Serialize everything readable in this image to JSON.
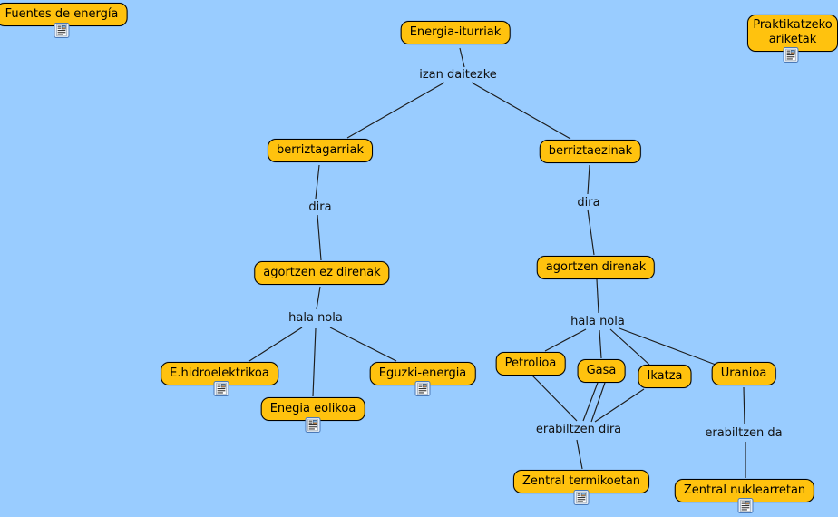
{
  "colors": {
    "background": "#99CCFF",
    "node_fill": "#FFC20E",
    "node_border": "#000000",
    "connector_line": "#1C1C1C"
  },
  "nodes": {
    "fuentes_de_energia": {
      "label": "Fuentes de energía",
      "has_resource_icon": true
    },
    "praktikatzeko_ariketak": {
      "label": "Praktikatzeko ariketak",
      "has_resource_icon": true
    },
    "energia_iturriak": {
      "label": "Energia-iturriak",
      "has_resource_icon": false
    },
    "berriztagarriak": {
      "label": "berriztagarriak",
      "has_resource_icon": false
    },
    "berriztaezinak": {
      "label": "berriztaezinak",
      "has_resource_icon": false
    },
    "agortzen_ez_direnak": {
      "label": "agortzen ez direnak",
      "has_resource_icon": false
    },
    "agortzen_direnak": {
      "label": "agortzen direnak",
      "has_resource_icon": false
    },
    "e_hidroelektrikoa": {
      "label": "E.hidroelektrikoa",
      "has_resource_icon": true
    },
    "enegia_eolikoa": {
      "label": "Enegia eolikoa",
      "has_resource_icon": true
    },
    "eguzki_energia": {
      "label": "Eguzki-energia",
      "has_resource_icon": true
    },
    "petrolioa": {
      "label": "Petrolioa",
      "has_resource_icon": false
    },
    "gasa": {
      "label": "Gasa",
      "has_resource_icon": false
    },
    "ikatza": {
      "label": "Ikatza",
      "has_resource_icon": false
    },
    "uranioa": {
      "label": "Uranioa",
      "has_resource_icon": false
    },
    "zentral_termikoetan": {
      "label": "Zentral termikoetan",
      "has_resource_icon": true
    },
    "zentral_nuklearretan": {
      "label": "Zentral nuklearretan",
      "has_resource_icon": true
    }
  },
  "link_labels": {
    "izan_daitezke": "izan daitezke",
    "dira_left": "dira",
    "dira_right": "dira",
    "hala_nola_left": "hala nola",
    "hala_nola_right": "hala nola",
    "erabiltzen_dira": "erabiltzen dira",
    "erabiltzen_da": "erabiltzen da"
  },
  "links": [
    {
      "from": "Energia-iturriak",
      "phrase": "izan daitezke",
      "to": "berriztagarriak"
    },
    {
      "from": "Energia-iturriak",
      "phrase": "izan daitezke",
      "to": "berriztaezinak"
    },
    {
      "from": "berriztagarriak",
      "phrase": "dira",
      "to": "agortzen ez direnak"
    },
    {
      "from": "berriztaezinak",
      "phrase": "dira",
      "to": "agortzen direnak"
    },
    {
      "from": "agortzen ez direnak",
      "phrase": "hala nola",
      "to": "E.hidroelektrikoa"
    },
    {
      "from": "agortzen ez direnak",
      "phrase": "hala nola",
      "to": "Enegia eolikoa"
    },
    {
      "from": "agortzen ez direnak",
      "phrase": "hala nola",
      "to": "Eguzki-energia"
    },
    {
      "from": "agortzen direnak",
      "phrase": "hala nola",
      "to": "Petrolioa"
    },
    {
      "from": "agortzen direnak",
      "phrase": "hala nola",
      "to": "Gasa"
    },
    {
      "from": "agortzen direnak",
      "phrase": "hala nola",
      "to": "Ikatza"
    },
    {
      "from": "agortzen direnak",
      "phrase": "hala nola",
      "to": "Uranioa"
    },
    {
      "from": "Petrolioa",
      "phrase": "erabiltzen dira",
      "to": "Zentral termikoetan"
    },
    {
      "from": "Gasa",
      "phrase": "erabiltzen dira",
      "to": "Zentral termikoetan"
    },
    {
      "from": "Ikatza",
      "phrase": "erabiltzen dira",
      "to": "Zentral termikoetan"
    },
    {
      "from": "Uranioa",
      "phrase": "erabiltzen da",
      "to": "Zentral nuklearretan"
    }
  ],
  "icons": {
    "resource": "attached-resource-icon"
  }
}
